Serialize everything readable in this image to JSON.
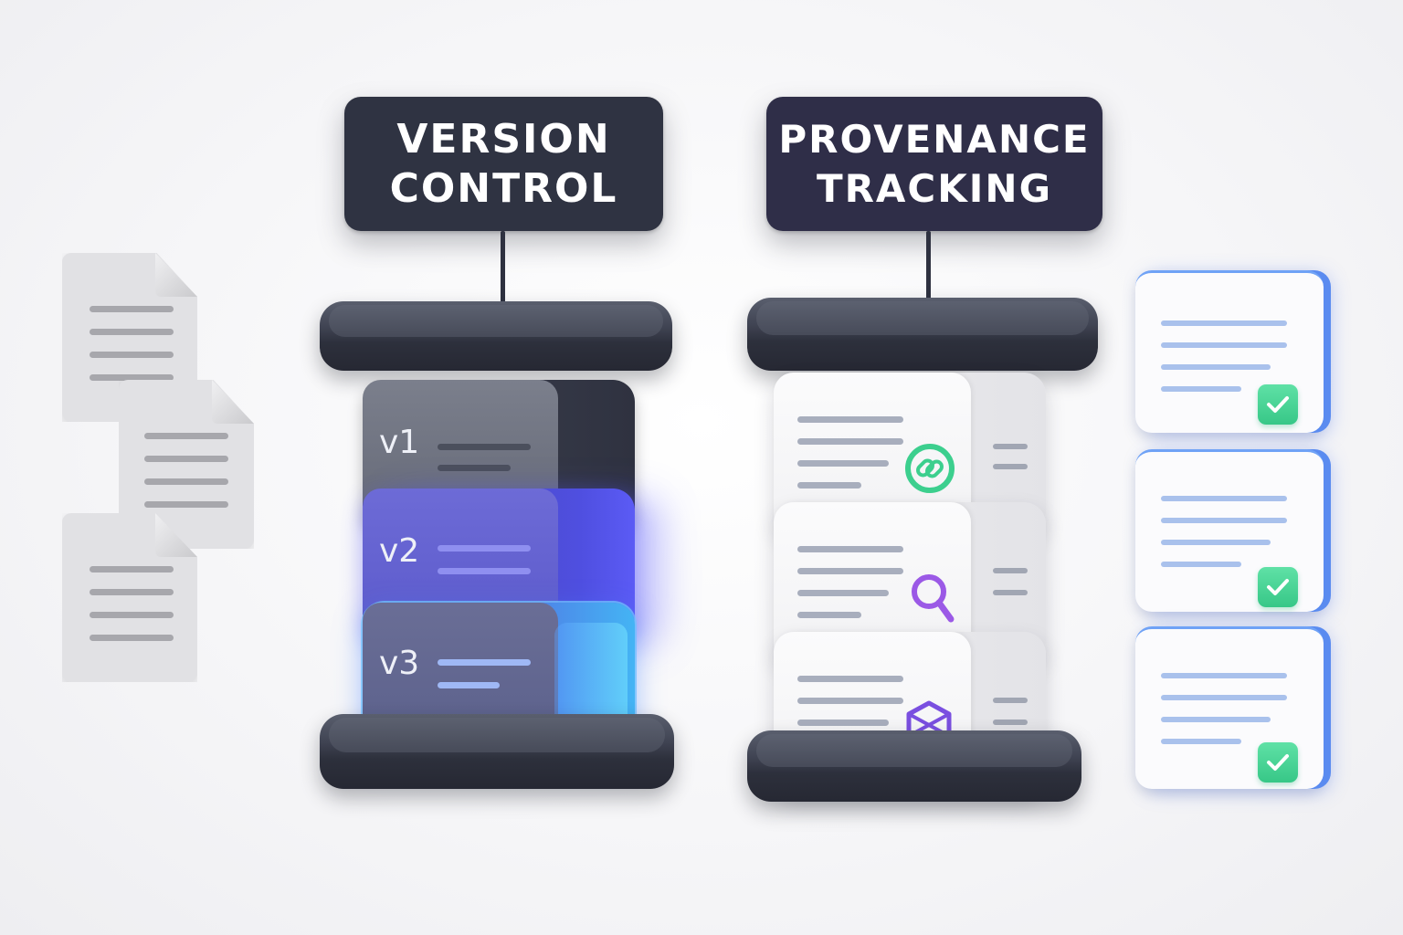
{
  "headers": {
    "version_control": {
      "line1": "VERSION",
      "line2": "CONTROL"
    },
    "provenance_tracking": {
      "line1": "PROVENANCE",
      "line2": "TRACKING"
    }
  },
  "versions": [
    {
      "label": "v1"
    },
    {
      "label": "v2"
    },
    {
      "label": "v3"
    }
  ],
  "provenance_items": [
    {
      "icon": "link-icon",
      "color": "#3ccf8e"
    },
    {
      "icon": "magnifier-icon",
      "color": "#9b59e6"
    },
    {
      "icon": "cube-icon",
      "color": "#7a4fe0"
    }
  ],
  "documents": [
    "document-icon",
    "document-icon",
    "document-icon"
  ],
  "verified_cards": [
    {
      "icon": "checkmark-icon",
      "color": "#3fd08f"
    },
    {
      "icon": "checkmark-icon",
      "color": "#3fd08f"
    },
    {
      "icon": "checkmark-icon",
      "color": "#3fd08f"
    }
  ],
  "colors": {
    "header_bg": "#2f3342",
    "v2_accent": "#5b5bf5",
    "v3_accent": "#44b4f4",
    "card_accent": "#5a8bf0"
  }
}
